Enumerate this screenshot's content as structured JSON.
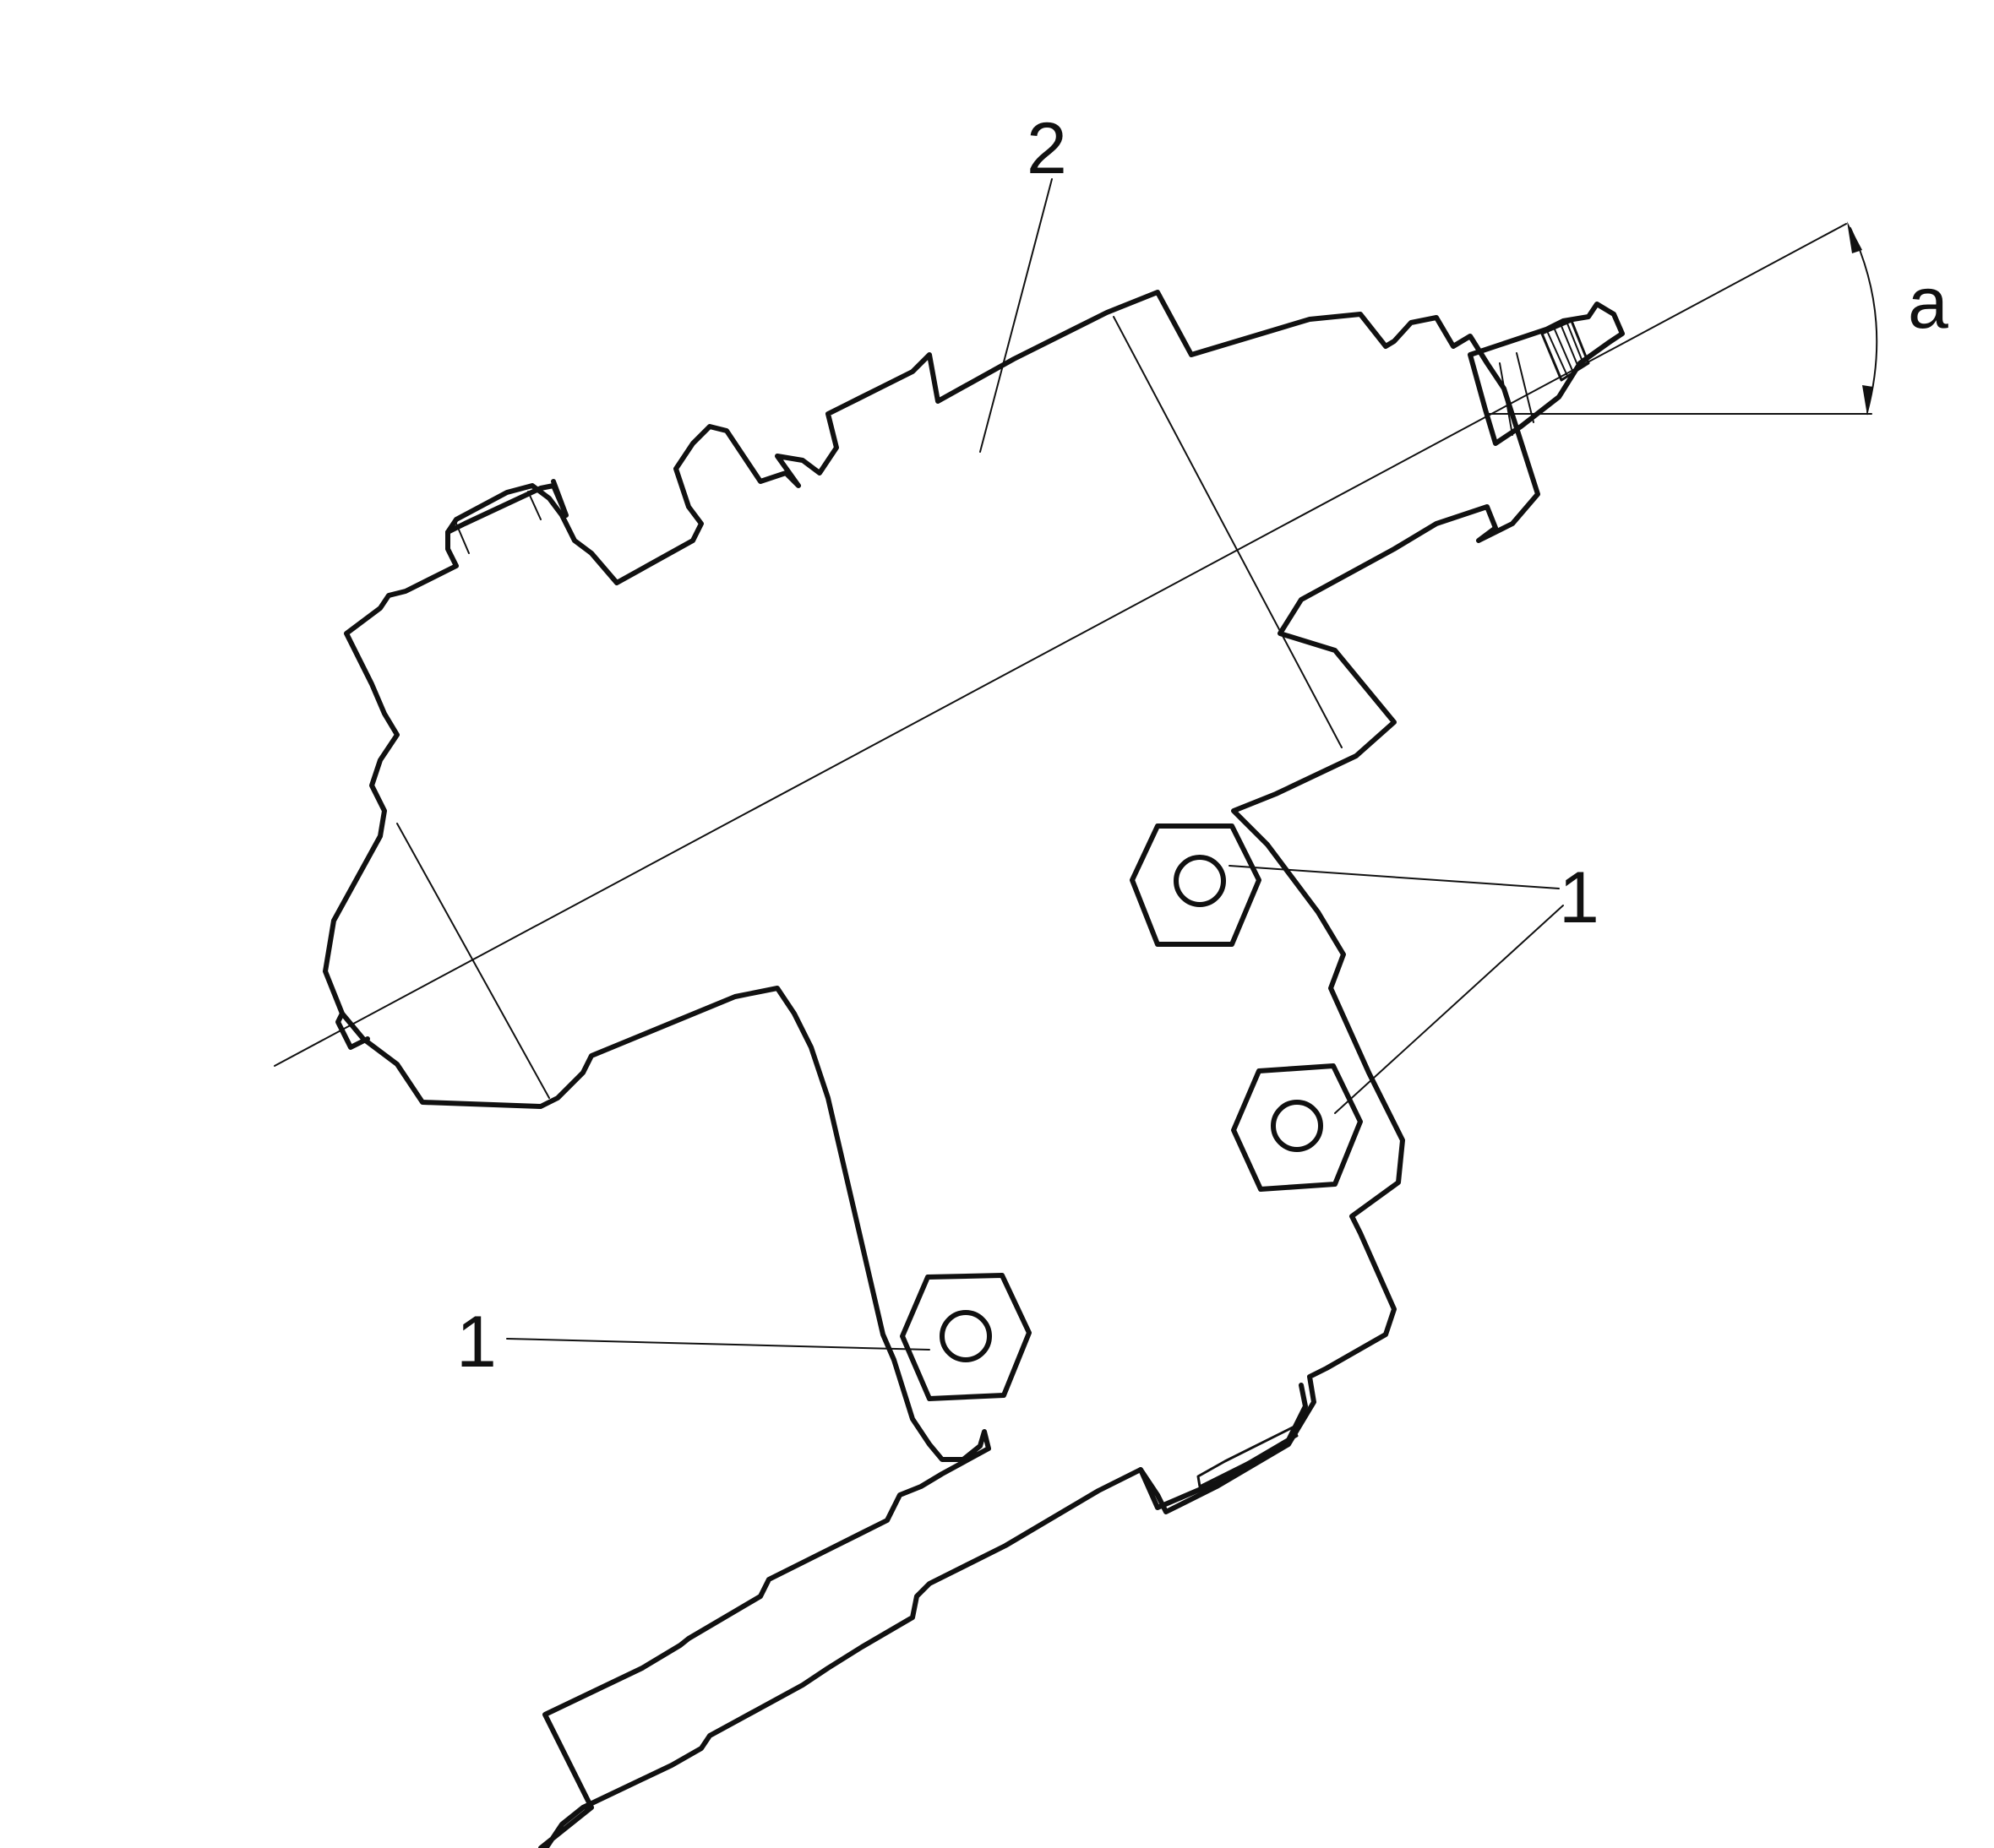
{
  "labels": {
    "callout_1": "1",
    "callout_2": "2",
    "angle": "a"
  },
  "colors": {
    "line": "#111111",
    "background": "#ffffff"
  }
}
